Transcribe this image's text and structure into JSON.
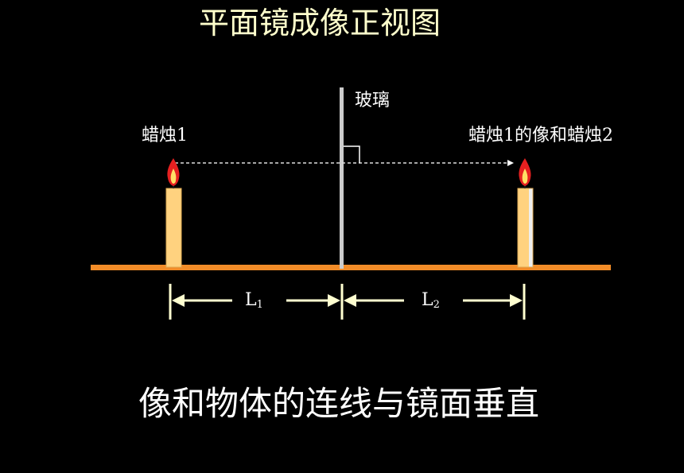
{
  "title": "平面镜成像正视图",
  "labels": {
    "glass": "玻璃",
    "candle1": "蜡烛1",
    "image_and_candle2": "蜡烛1的像和蜡烛2",
    "L1_main": "L",
    "L1_sub": "1",
    "L2_main": "L",
    "L2_sub": "2"
  },
  "conclusion": "像和物体的连线与镜面垂直",
  "colors": {
    "background": "#000000",
    "title": "#FFFFCC",
    "text": "#FFFFFF",
    "table": "#F28C28",
    "glass": "#CCCCCC",
    "candle_body": "#FFD27F",
    "flame_outer": "#E62020",
    "flame_inner": "#FFE066",
    "arrows": "#FFFFD0",
    "dotted_line": "#DDDDDD"
  },
  "icons": [
    "candle-icon",
    "flame-icon",
    "right-angle-mark-icon"
  ]
}
